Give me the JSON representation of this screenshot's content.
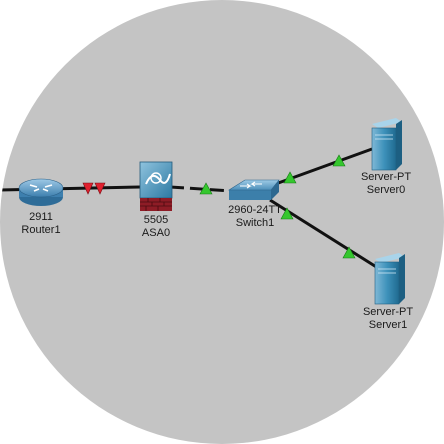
{
  "canvas": {
    "background": "#c4c4c4",
    "link_color": "#111111",
    "link_up_color": "#35c72e",
    "link_down_color": "#e0202e"
  },
  "devices": {
    "router1": {
      "model": "2911",
      "name": "Router1",
      "icon": "router-icon"
    },
    "asa0": {
      "model": "5505",
      "name": "ASA0",
      "icon": "asa-firewall-icon"
    },
    "switch1": {
      "model": "2960-24TT",
      "name": "Switch1",
      "icon": "switch-icon"
    },
    "server0": {
      "model": "Server-PT",
      "name": "Server0",
      "icon": "server-icon"
    },
    "server1": {
      "model": "Server-PT",
      "name": "Server1",
      "icon": "server-icon"
    }
  },
  "links": [
    {
      "from": "router1",
      "to": "asa0",
      "status": "down"
    },
    {
      "from": "asa0",
      "to": "switch1",
      "status": "up"
    },
    {
      "from": "switch1",
      "to": "server0",
      "status": "up"
    },
    {
      "from": "switch1",
      "to": "server1",
      "status": "up"
    }
  ]
}
